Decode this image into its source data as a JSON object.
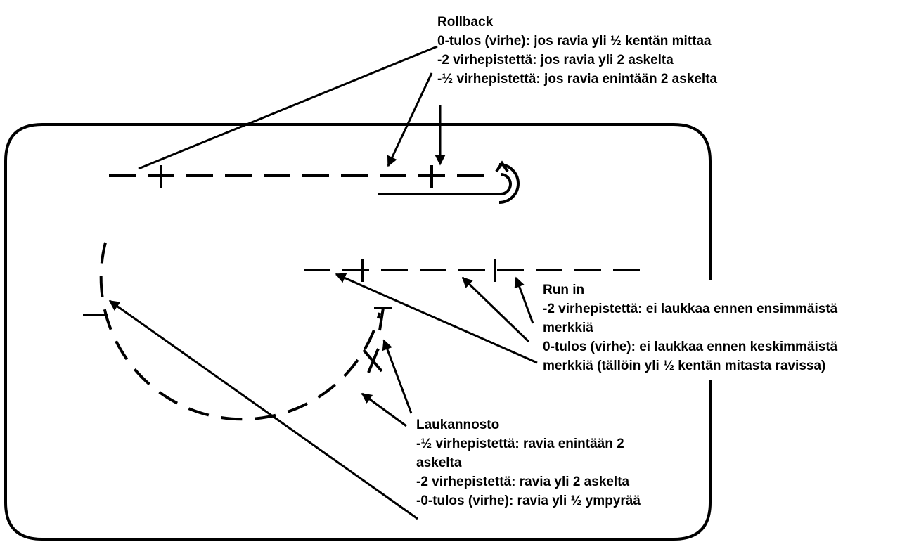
{
  "rollback": {
    "title": "Rollback",
    "lines": [
      "0-tulos (virhe): jos ravia yli ½ kentän mittaa",
      "-2 virhepistettä: jos ravia yli 2 askelta",
      "-½ virhepistettä: jos ravia enintään 2 askelta"
    ]
  },
  "run_in": {
    "title": "Run in",
    "lines": [
      "-2 virhepistettä: ei laukkaa ennen ensimmäistä",
      "merkkiä",
      "0-tulos (virhe): ei laukkaa ennen keskimmäistä",
      "merkkiä (tällöin yli ½ kentän mitasta ravissa)"
    ]
  },
  "laukannosto": {
    "title": "Laukannosto",
    "lines": [
      "-½ virhepistettä: ravia enintään 2",
      "askelta",
      "-2 virhepistettä: ravia yli 2 askelta",
      "-0-tulos (virhe): ravia yli ½ ympyrää"
    ]
  },
  "colors": {
    "ink": "#000000",
    "background": "#ffffff"
  }
}
